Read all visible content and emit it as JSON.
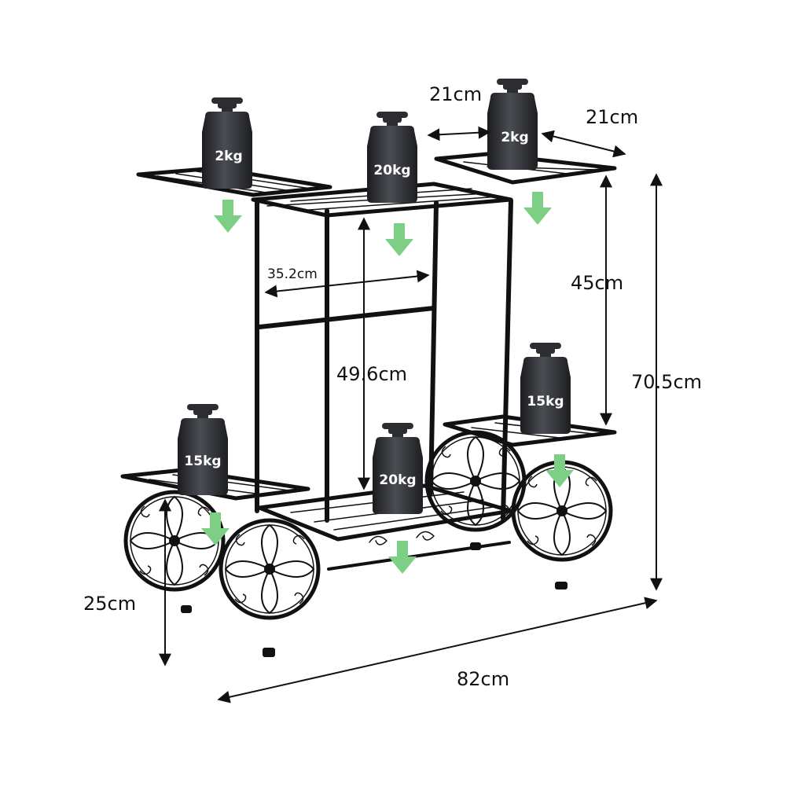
{
  "dimensions": {
    "shelf_depth": "21cm",
    "shelf_width": "21cm",
    "inner_width": "35.2cm",
    "upper_shelf_height": "45cm",
    "center_height": "49.6cm",
    "total_height": "70.5cm",
    "wheel_height": "25cm",
    "total_length": "82cm"
  },
  "loads": {
    "top_left": "2kg",
    "top_center": "20kg",
    "top_right": "2kg",
    "mid_right": "15kg",
    "mid_left": "15kg",
    "bottom_center": "20kg"
  },
  "colors": {
    "frame": "#111111",
    "weight_body": "#2b2d31",
    "load_arrow": "#7dcf86"
  }
}
